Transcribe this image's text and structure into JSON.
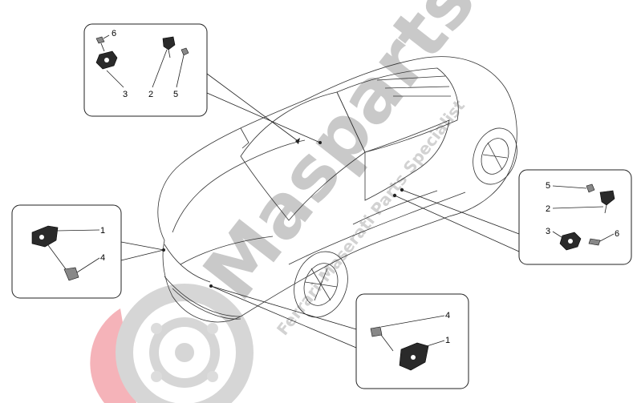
{
  "watermark": {
    "brand": "Masparts",
    "tagline": "Ferrari-Maserati Parts Specialist"
  },
  "callouts": {
    "top_left": [
      "6",
      "3",
      "2",
      "5"
    ],
    "right": [
      "5",
      "2",
      "3",
      "6"
    ],
    "left": [
      "1",
      "4"
    ],
    "bottom": [
      "4",
      "1"
    ]
  },
  "colors": {
    "line": "#222222",
    "watermark_gray": "#c9c9c9",
    "logo_red": "#f2a0a8"
  }
}
